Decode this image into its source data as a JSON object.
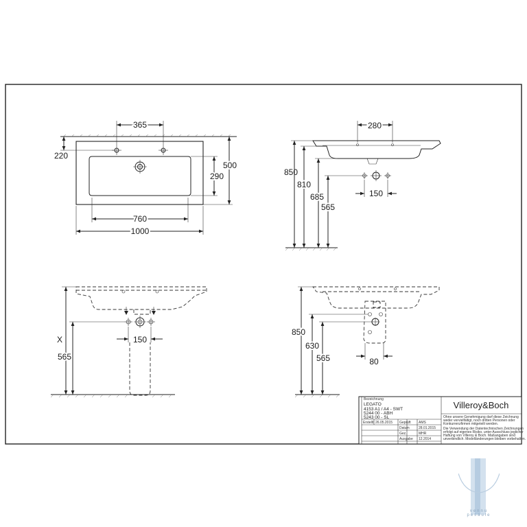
{
  "top_view": {
    "dims": {
      "taps": "365",
      "depth_front": "220",
      "basin_depth": "290",
      "total_depth": "500",
      "bowl_width": "760",
      "total_width": "1000"
    }
  },
  "side_view": {
    "dims": {
      "top_width": "280",
      "h850": "850",
      "h810": "810",
      "h685": "685",
      "h565": "565",
      "supply": "150"
    }
  },
  "front_bottom_view": {
    "dims": {
      "x": "X",
      "h565": "565",
      "supply": "150"
    }
  },
  "side_bottom_view": {
    "dims": {
      "h850": "850",
      "h630": "630",
      "h565": "565",
      "waste": "80"
    }
  },
  "title_block": {
    "brand": "Villeroy&Boch",
    "name_label": "Bezeichnung",
    "product_name": "LEGATO",
    "codes": [
      "4153 A1 / A4 - SWT",
      "5244 00 - ABH",
      "5243 00 - SL"
    ],
    "row_labels": [
      "Erstellt",
      "Geprüft",
      "Datum",
      "Gez.",
      "Ausgabe"
    ],
    "row_values": [
      "26.05.2015",
      "AMS",
      "28.01.2015",
      "MHR",
      "12.2014"
    ],
    "notice": [
      "Ohne unsere Genehmigung darf diese Zeichnung",
      "weder vervielfältigt, noch dritten Personen oder",
      "Konkurrenzfirmen mitgeteilt werden.",
      "Die Verwendung der Datentechnischen Zeichnungen",
      "erfolgt auf eigenes Risiko, unter Ausschluss jeglicher",
      "Haftung von Villeroy & Boch. Maßangaben sind",
      "unverbindlich. Modelländerungen bleiben vorbehalten."
    ]
  },
  "watermark": {
    "text": "vennu pesaule"
  }
}
